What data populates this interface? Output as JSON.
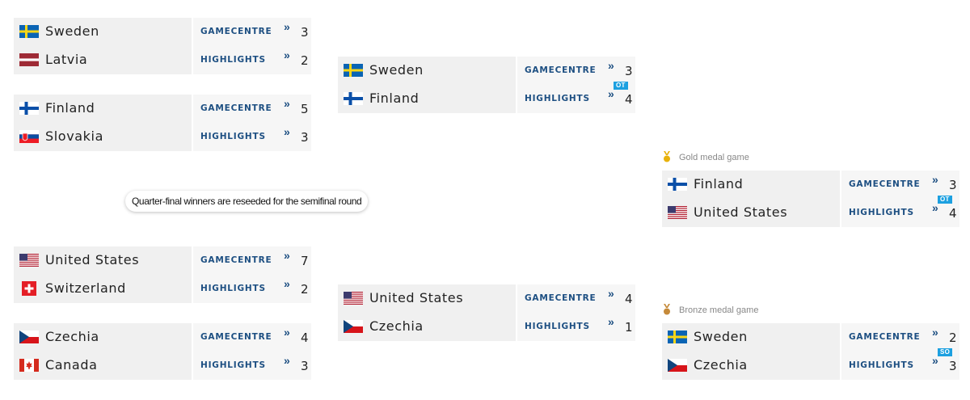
{
  "link_labels": {
    "gamecentre": "GAMECENTRE",
    "highlights": "HIGHLIGHTS"
  },
  "note": "Quarter-final winners are reseeded for the semifinal round",
  "medals": {
    "gold_label": "Gold medal game",
    "bronze_label": "Bronze medal game"
  },
  "colors": {
    "link": "#1d4f82",
    "badge": "#1ca0e0",
    "row_bg": "#f0f0f0",
    "gold": "#e8b20c",
    "bronze": "#c58a3a"
  },
  "games": {
    "qf1": {
      "team1": {
        "name": "Sweden",
        "flag": "sweden-flag",
        "score": "3"
      },
      "team2": {
        "name": "Latvia",
        "flag": "latvia-flag",
        "score": "2"
      }
    },
    "qf2": {
      "team1": {
        "name": "Finland",
        "flag": "finland-flag",
        "score": "5"
      },
      "team2": {
        "name": "Slovakia",
        "flag": "slovakia-flag",
        "score": "3"
      }
    },
    "qf3": {
      "team1": {
        "name": "United States",
        "flag": "usa-flag",
        "score": "7"
      },
      "team2": {
        "name": "Switzerland",
        "flag": "switzerland-flag",
        "score": "2"
      }
    },
    "qf4": {
      "team1": {
        "name": "Czechia",
        "flag": "czechia-flag",
        "score": "4"
      },
      "team2": {
        "name": "Canada",
        "flag": "canada-flag",
        "score": "3"
      }
    },
    "sf1": {
      "team1": {
        "name": "Sweden",
        "flag": "sweden-flag",
        "score": "3"
      },
      "team2": {
        "name": "Finland",
        "flag": "finland-flag",
        "score": "4"
      },
      "badge": "OT"
    },
    "sf2": {
      "team1": {
        "name": "United States",
        "flag": "usa-flag",
        "score": "4"
      },
      "team2": {
        "name": "Czechia",
        "flag": "czechia-flag",
        "score": "1"
      }
    },
    "gold": {
      "team1": {
        "name": "Finland",
        "flag": "finland-flag",
        "score": "3"
      },
      "team2": {
        "name": "United States",
        "flag": "usa-flag",
        "score": "4"
      },
      "badge": "OT"
    },
    "bronze": {
      "team1": {
        "name": "Sweden",
        "flag": "sweden-flag",
        "score": "2"
      },
      "team2": {
        "name": "Czechia",
        "flag": "czechia-flag",
        "score": "3"
      },
      "badge": "SO"
    }
  }
}
